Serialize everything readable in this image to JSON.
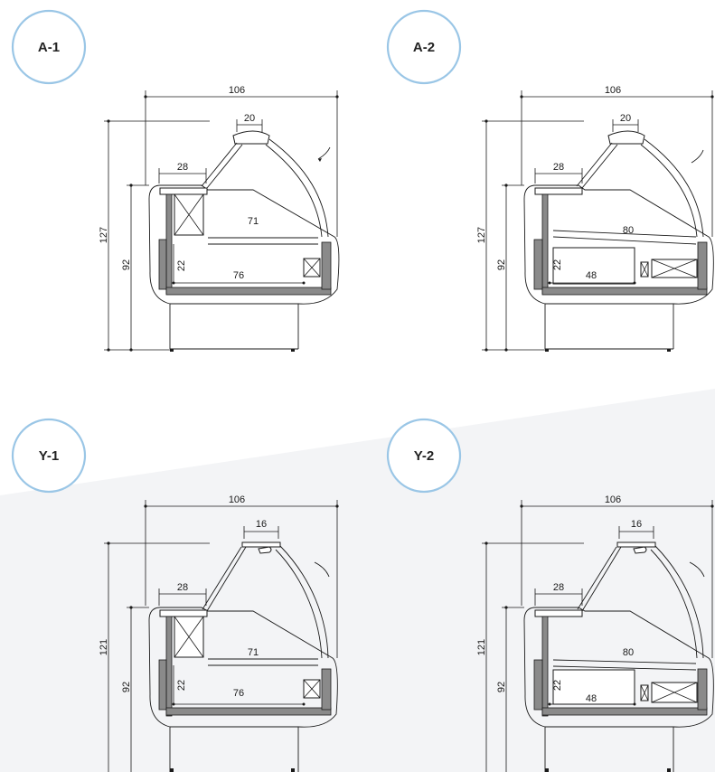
{
  "colors": {
    "badge_ring": "#9ac6e6",
    "background_band": "#f3f4f6",
    "wall": "#8a8a8a",
    "line": "#1a1a1a"
  },
  "panels": [
    {
      "badge": "A-1",
      "width": "106",
      "top": "20",
      "shelf": "28",
      "depth_upper": "71",
      "depth_lower": "76",
      "height_total": "127",
      "height_counter": "92",
      "h_small": "22"
    },
    {
      "badge": "A-2",
      "width": "106",
      "top": "20",
      "shelf": "28",
      "depth_upper": "80",
      "depth_lower": "48",
      "height_total": "127",
      "height_counter": "92",
      "h_small": "22"
    },
    {
      "badge": "Y-1",
      "width": "106",
      "top": "16",
      "shelf": "28",
      "depth_upper": "71",
      "depth_lower": "76",
      "height_total": "121",
      "height_counter": "92",
      "h_small": "22"
    },
    {
      "badge": "Y-2",
      "width": "106",
      "top": "16",
      "shelf": "28",
      "depth_upper": "80",
      "depth_lower": "48",
      "height_total": "121",
      "height_counter": "92",
      "h_small": "22"
    }
  ]
}
